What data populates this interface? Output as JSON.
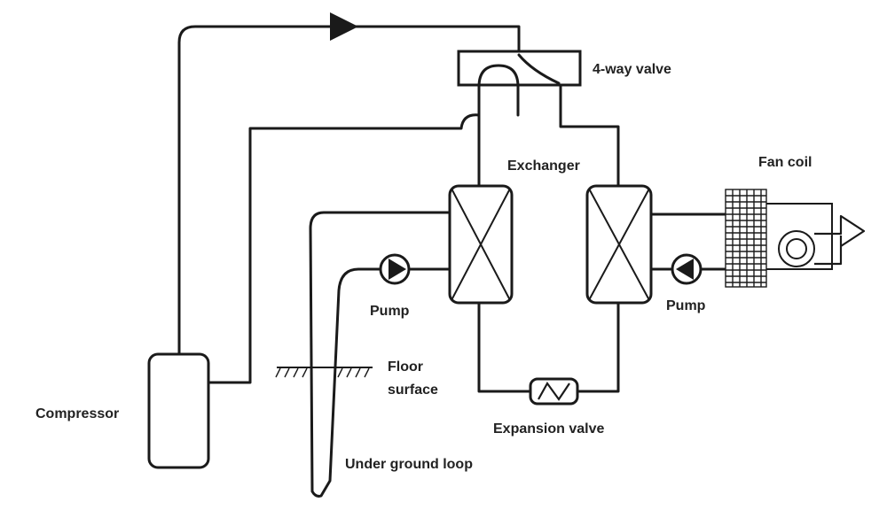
{
  "labels": {
    "four_way_valve": "4-way valve",
    "exchanger": "Exchanger",
    "fan_coil": "Fan coil",
    "pump_left": "Pump",
    "pump_right": "Pump",
    "floor_line1": "Floor",
    "floor_line2": "surface",
    "compressor": "Compressor",
    "expansion_valve": "Expansion valve",
    "under_ground_loop": "Under ground loop"
  },
  "colors": {
    "line": "#1a1a1a",
    "text": "#222222",
    "background": "#ffffff"
  }
}
